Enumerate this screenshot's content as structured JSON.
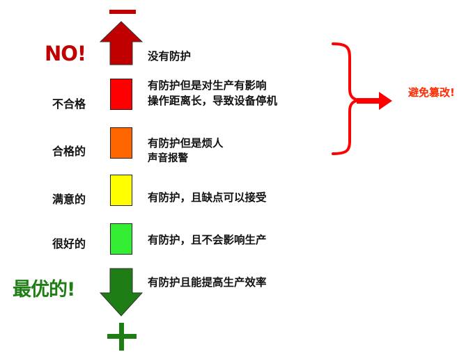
{
  "symbols": {
    "top": "—",
    "bottom": "+"
  },
  "levels": [
    {
      "label": "NO!",
      "desc": [
        "没有防护"
      ],
      "color": "#c00000",
      "marker": "arrow-up"
    },
    {
      "label": "不合格",
      "desc": [
        "有防护但是对生产有影响",
        "操作距离长，导致设备停机"
      ],
      "color": "#ff0000",
      "marker": "box"
    },
    {
      "label": "合格的",
      "desc": [
        "有防护但是烦人",
        "声音报警"
      ],
      "color": "#ff6600",
      "marker": "box"
    },
    {
      "label": "满意的",
      "desc": [
        "有防护，且缺点可以接受"
      ],
      "color": "#ffff00",
      "marker": "box"
    },
    {
      "label": "很好的",
      "desc": [
        "有防护，且不会影响生产"
      ],
      "color": "#33ee33",
      "marker": "box"
    },
    {
      "label": "最优的!",
      "desc": [
        "有防护且能提高生产效率"
      ],
      "color": "#1e7d14",
      "marker": "arrow-down"
    }
  ],
  "callout": {
    "text": "避免篡改!",
    "color": "#ff2a00"
  },
  "colors": {
    "no_label": "#c00000",
    "best_label": "#1e7d14",
    "minus": "#c00000",
    "plus": "#1e7d14",
    "bracket": "#ff0000"
  }
}
